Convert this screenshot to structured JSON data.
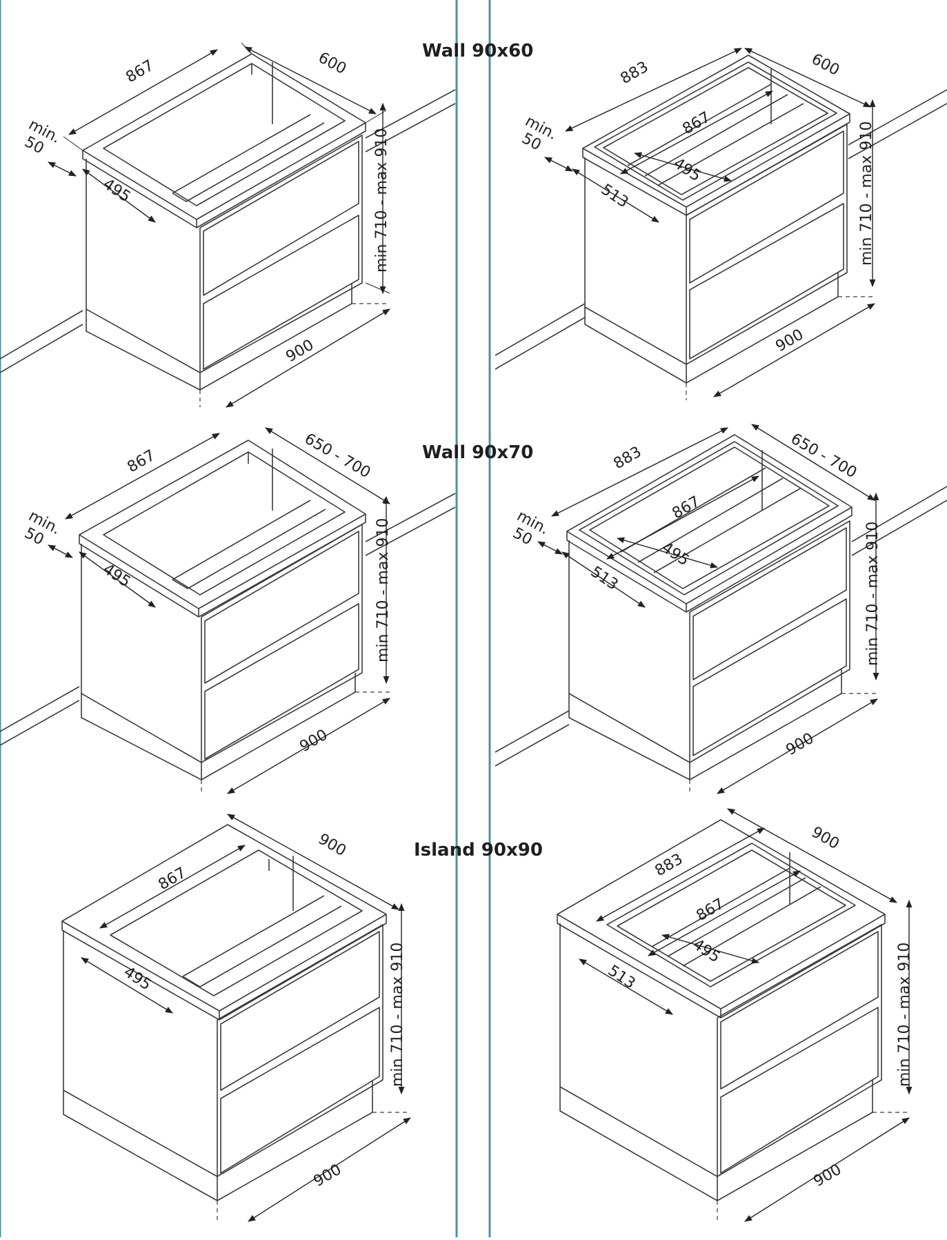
{
  "headings": {
    "wall_60": "Wall 90x60",
    "wall_70": "Wall 90x70",
    "island_90": "Island 90x90"
  },
  "colors": {
    "panel_border": "#4f8fa1",
    "line": "#3a3a3a"
  },
  "dims": {
    "a": {
      "width": "867",
      "depth": "600",
      "min": "min.",
      "fifty": "50",
      "cut": "495",
      "height": "min 710 - max 910",
      "base": "900"
    },
    "b": {
      "width": "883",
      "depth": "600",
      "min": "min.",
      "fifty": "50",
      "inner": "867",
      "cut": "495",
      "side": "513",
      "height": "min 710 - max 910",
      "base": "900"
    },
    "c": {
      "width": "867",
      "depth": "650 - 700",
      "min": "min.",
      "fifty": "50",
      "cut": "495",
      "height": "min 710 - max 910",
      "base": "900"
    },
    "d": {
      "width": "883",
      "depth": "650 - 700",
      "min": "min.",
      "fifty": "50",
      "inner": "867",
      "cut": "495",
      "side": "513",
      "height": "min 710 - max 910",
      "base": "900"
    },
    "e": {
      "depth": "900",
      "width": "867",
      "cut": "495",
      "height": "min 710 - max 910",
      "base": "900"
    },
    "f": {
      "depth": "900",
      "width": "883",
      "inner": "867",
      "cut": "495",
      "side": "513",
      "height": "min 710 - max 910",
      "base": "900"
    }
  }
}
